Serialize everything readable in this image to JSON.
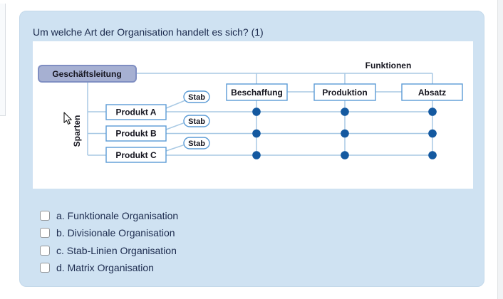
{
  "question": {
    "title": "Um welche Art der Organisation handelt es sich? (1)"
  },
  "diagram": {
    "management_label": "Geschäftsleitung",
    "functions_axis_label": "Funktionen",
    "divisions_axis_label": "Sparten",
    "function_units": [
      "Beschaffung",
      "Produktion",
      "Absatz"
    ],
    "division_units": [
      "Produkt A",
      "Produkt B",
      "Produkt C"
    ],
    "staff_units": [
      "Stab",
      "Stab",
      "Stab"
    ],
    "colors": {
      "connector_line": "#a8c9e4",
      "box_border": "#5b9bd5",
      "node_dot": "#1459a0",
      "management_fill": "#a6b0d2",
      "management_border": "#7f8ec2"
    }
  },
  "options": [
    {
      "id": "a",
      "label": "a. Funktionale Organisation",
      "checked": false
    },
    {
      "id": "b",
      "label": "b. Divisionale Organisation",
      "checked": false
    },
    {
      "id": "c",
      "label": "c. Stab-Linien Organisation",
      "checked": false
    },
    {
      "id": "d",
      "label": "d. Matrix Organisation",
      "checked": false
    }
  ]
}
